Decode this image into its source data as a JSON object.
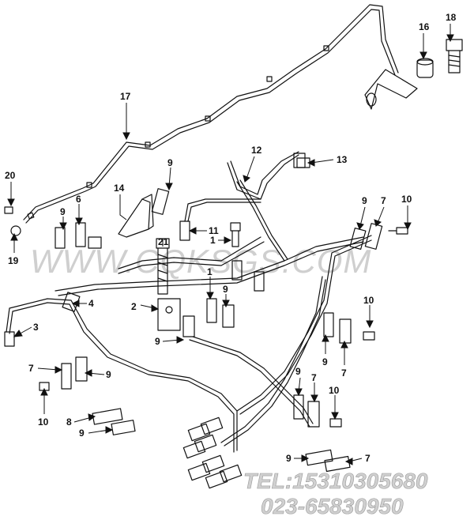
{
  "watermark": {
    "text": "WWW.CQKSGS.COM",
    "color": "#cfcfcf"
  },
  "contact": {
    "phone": "TEL:15310305680",
    "alt_phone": "023-65830950",
    "color": "#d0d0d0"
  },
  "colors": {
    "line": "#111111",
    "callout": "#111111"
  },
  "callouts": [
    {
      "id": "c16",
      "number": "16"
    },
    {
      "id": "c18",
      "number": "18"
    },
    {
      "id": "c17",
      "number": "17"
    },
    {
      "id": "c12",
      "number": "12"
    },
    {
      "id": "c13",
      "number": "13"
    },
    {
      "id": "c20",
      "number": "20"
    },
    {
      "id": "c14",
      "number": "14"
    },
    {
      "id": "c9a",
      "number": "9"
    },
    {
      "id": "c9b",
      "number": "9"
    },
    {
      "id": "c6",
      "number": "6"
    },
    {
      "id": "c19",
      "number": "19"
    },
    {
      "id": "c11",
      "number": "11"
    },
    {
      "id": "c1a",
      "number": "1"
    },
    {
      "id": "c9c",
      "number": "9"
    },
    {
      "id": "c7a",
      "number": "7"
    },
    {
      "id": "c10a",
      "number": "10"
    },
    {
      "id": "c21",
      "number": "21"
    },
    {
      "id": "c1b",
      "number": "1"
    },
    {
      "id": "c9d",
      "number": "9"
    },
    {
      "id": "c4",
      "number": "4"
    },
    {
      "id": "c2",
      "number": "2"
    },
    {
      "id": "c10b",
      "number": "10"
    },
    {
      "id": "c3",
      "number": "3"
    },
    {
      "id": "c9e",
      "number": "9"
    },
    {
      "id": "c9f",
      "number": "9"
    },
    {
      "id": "c7b",
      "number": "7"
    },
    {
      "id": "c7c",
      "number": "7"
    },
    {
      "id": "c9g",
      "number": "9"
    },
    {
      "id": "c10c",
      "number": "10"
    },
    {
      "id": "c9h",
      "number": "9"
    },
    {
      "id": "c7d",
      "number": "7"
    },
    {
      "id": "c10d",
      "number": "10"
    },
    {
      "id": "c8",
      "number": "8"
    },
    {
      "id": "c9i",
      "number": "9"
    },
    {
      "id": "c9j",
      "number": "9"
    },
    {
      "id": "c7e",
      "number": "7"
    }
  ]
}
